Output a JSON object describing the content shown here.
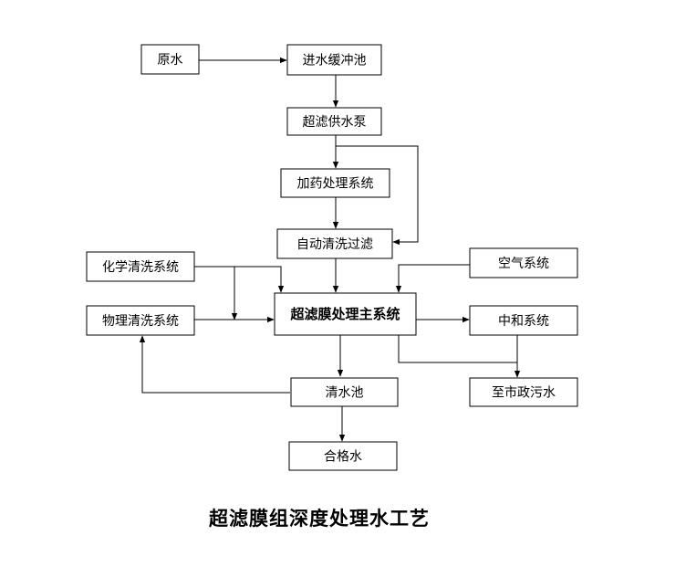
{
  "nodes": {
    "raw_water": "原水",
    "inlet_buffer_tank": "进水缓冲池",
    "uf_feed_pump": "超滤供水泵",
    "dosing_system": "加药处理系统",
    "auto_clean_filter": "自动清洗过滤",
    "chemical_cleaning": "化学清洗系统",
    "air_system": "空气系统",
    "physical_cleaning": "物理清洗系统",
    "uf_main_system": "超滤膜处理主系统",
    "neutralization": "中和系统",
    "clean_water_tank": "清水池",
    "to_municipal_sewage": "至市政污水",
    "qualified_water": "合格水"
  },
  "caption": "超滤膜组深度处理水工艺"
}
